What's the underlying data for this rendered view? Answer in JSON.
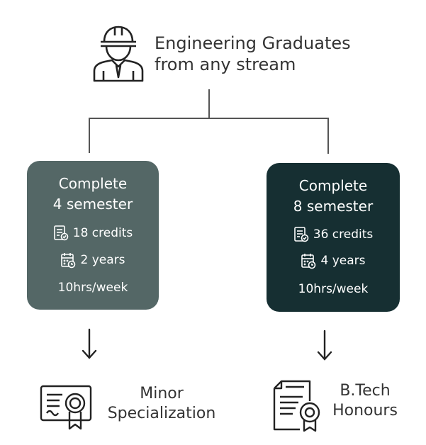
{
  "header": {
    "line1": "Engineering Graduates",
    "line2": "from any stream",
    "icon": "engineer-icon"
  },
  "left_card": {
    "line1": "Complete",
    "line2": "4 semester",
    "credits": "18 credits",
    "duration": "2 years",
    "weekly": "10hrs/week",
    "color": "#546766"
  },
  "right_card": {
    "line1": "Complete",
    "line2": "8 semester",
    "credits": "36 credits",
    "duration": "4 years",
    "weekly": "10hrs/week",
    "color": "#162f32"
  },
  "left_outcome": {
    "line1": "Minor",
    "line2": "Specialization",
    "icon": "certificate-icon"
  },
  "right_outcome": {
    "line1": "B.Tech",
    "line2": "Honours",
    "icon": "document-badge-icon"
  }
}
